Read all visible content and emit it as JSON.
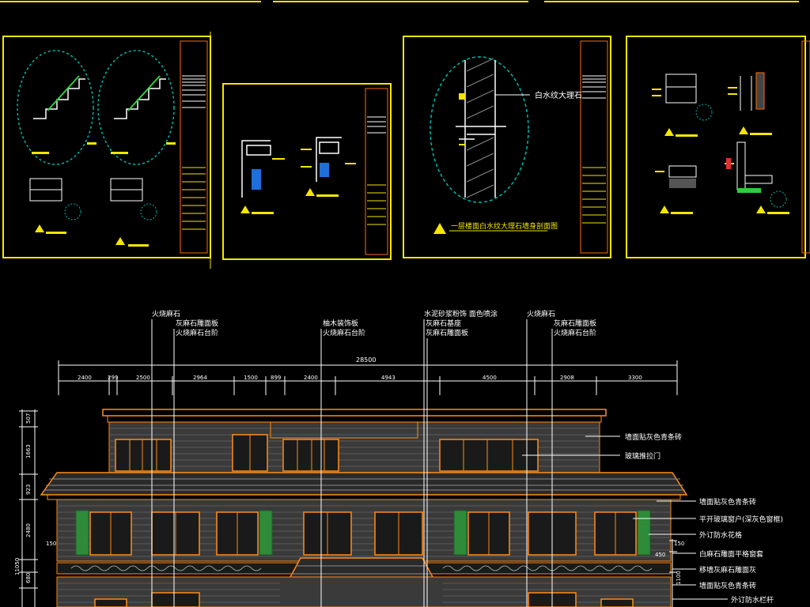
{
  "labels": {
    "top_callouts": [
      "火烧麻石",
      "灰麻石雕面板",
      "火烧麻石台阶",
      "柚木装饰板",
      "火烧麻石台阶",
      "水泥砂浆粉饰 面色喷涂",
      "灰麻石基座",
      "灰麻石雕面板",
      "火烧麻石",
      "灰麻石雕面板",
      "火烧麻石台阶"
    ],
    "right_callouts": [
      "墙面贴灰色青条砖",
      "玻璃推拉门",
      "墙面贴灰色青条砖",
      "平开玻璃窗户(深灰色窗框)",
      "外订防水花格",
      "白麻石雕面平格窗套",
      "移墙灰麻石雕面灰",
      "墙面贴灰色青条砖",
      "外订防水栏杆"
    ],
    "sheet_callout": "白水纹大理石",
    "sheet_caption": "一层楼面白水纹大理石墙身剖面图",
    "total_dim": "28500",
    "dims": [
      "2400",
      "299",
      "2500",
      "2964",
      "1500",
      "899",
      "2400",
      "4943",
      "4500",
      "2908",
      "3300"
    ],
    "left_dims": [
      "507",
      "1663",
      "923",
      "2480",
      "150",
      "150",
      "450",
      "680",
      "11050"
    ],
    "right_dims": [
      "150",
      "450",
      "1100"
    ]
  },
  "colors": {
    "frame": "#f5e600",
    "line_white": "#ffffff",
    "brick": "#6a6a6a",
    "window": "#ff8c1a",
    "shutter": "#2e8b3a",
    "dashed": "#00b7a8"
  }
}
